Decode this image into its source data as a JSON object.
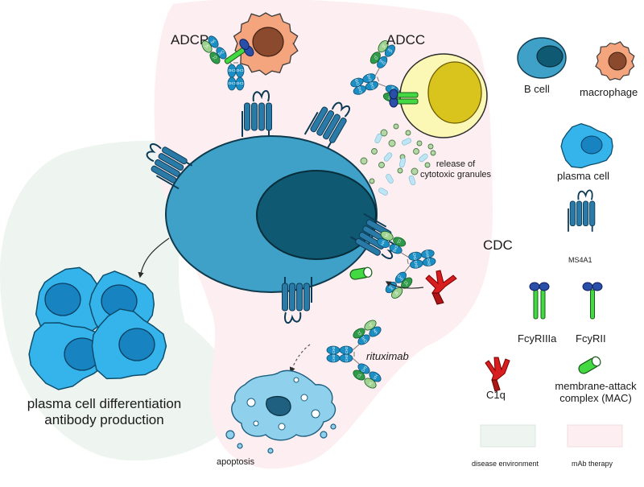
{
  "mechanisms": {
    "adcp": "ADCP",
    "adcc": "ADCC",
    "cdc": "CDC"
  },
  "annotations": {
    "granules": "release of\ncytotoxic granules",
    "drug": "rituximab",
    "apoptosis": "apoptosis",
    "plasma_outcome": "plasma cell differentiation\nantibody production"
  },
  "legend": {
    "b_cell": "B cell",
    "macrophage": "macrophage",
    "plasma_cell": "plasma cell",
    "ms4a1": "MS4A1",
    "fcyriiia": "FcyRIIIa",
    "fcyrii": "FcyRII",
    "c1q": "C1q",
    "mac": "membrane-attack\ncomplex (MAC)",
    "disease_env": "disease environment",
    "mab_therapy": "mAb therapy"
  },
  "antibody_domains": {
    "heavy_variable": "VH",
    "light_variable": "VL",
    "heavy_constant_1": "CH1",
    "heavy_constant_2": "CH2",
    "heavy_constant_3": "CH3",
    "light_constant": "CL"
  },
  "colors": {
    "disease_environment": "#eef5f0",
    "mab_therapy": "#fdeff1",
    "b_cell": "#3fa1c7",
    "b_cell_nucleus": "#0f5a72",
    "plasma_cell": "#35b4ec",
    "plasma_nucleus": "#1783c1",
    "macrophage": "#f4a57e",
    "macrophage_nucleus": "#8b4a2d",
    "nk_cell": "#fbf8b5",
    "nk_nucleus": "#d9c31d",
    "receptor": "#2a7aa8",
    "antibody_heavy": "#1b8fc4",
    "antibody_light": "#2f9a4a",
    "c1q": "#d81e1e",
    "mac": "#42d942",
    "apoptotic_body": "#8fd0ec"
  }
}
